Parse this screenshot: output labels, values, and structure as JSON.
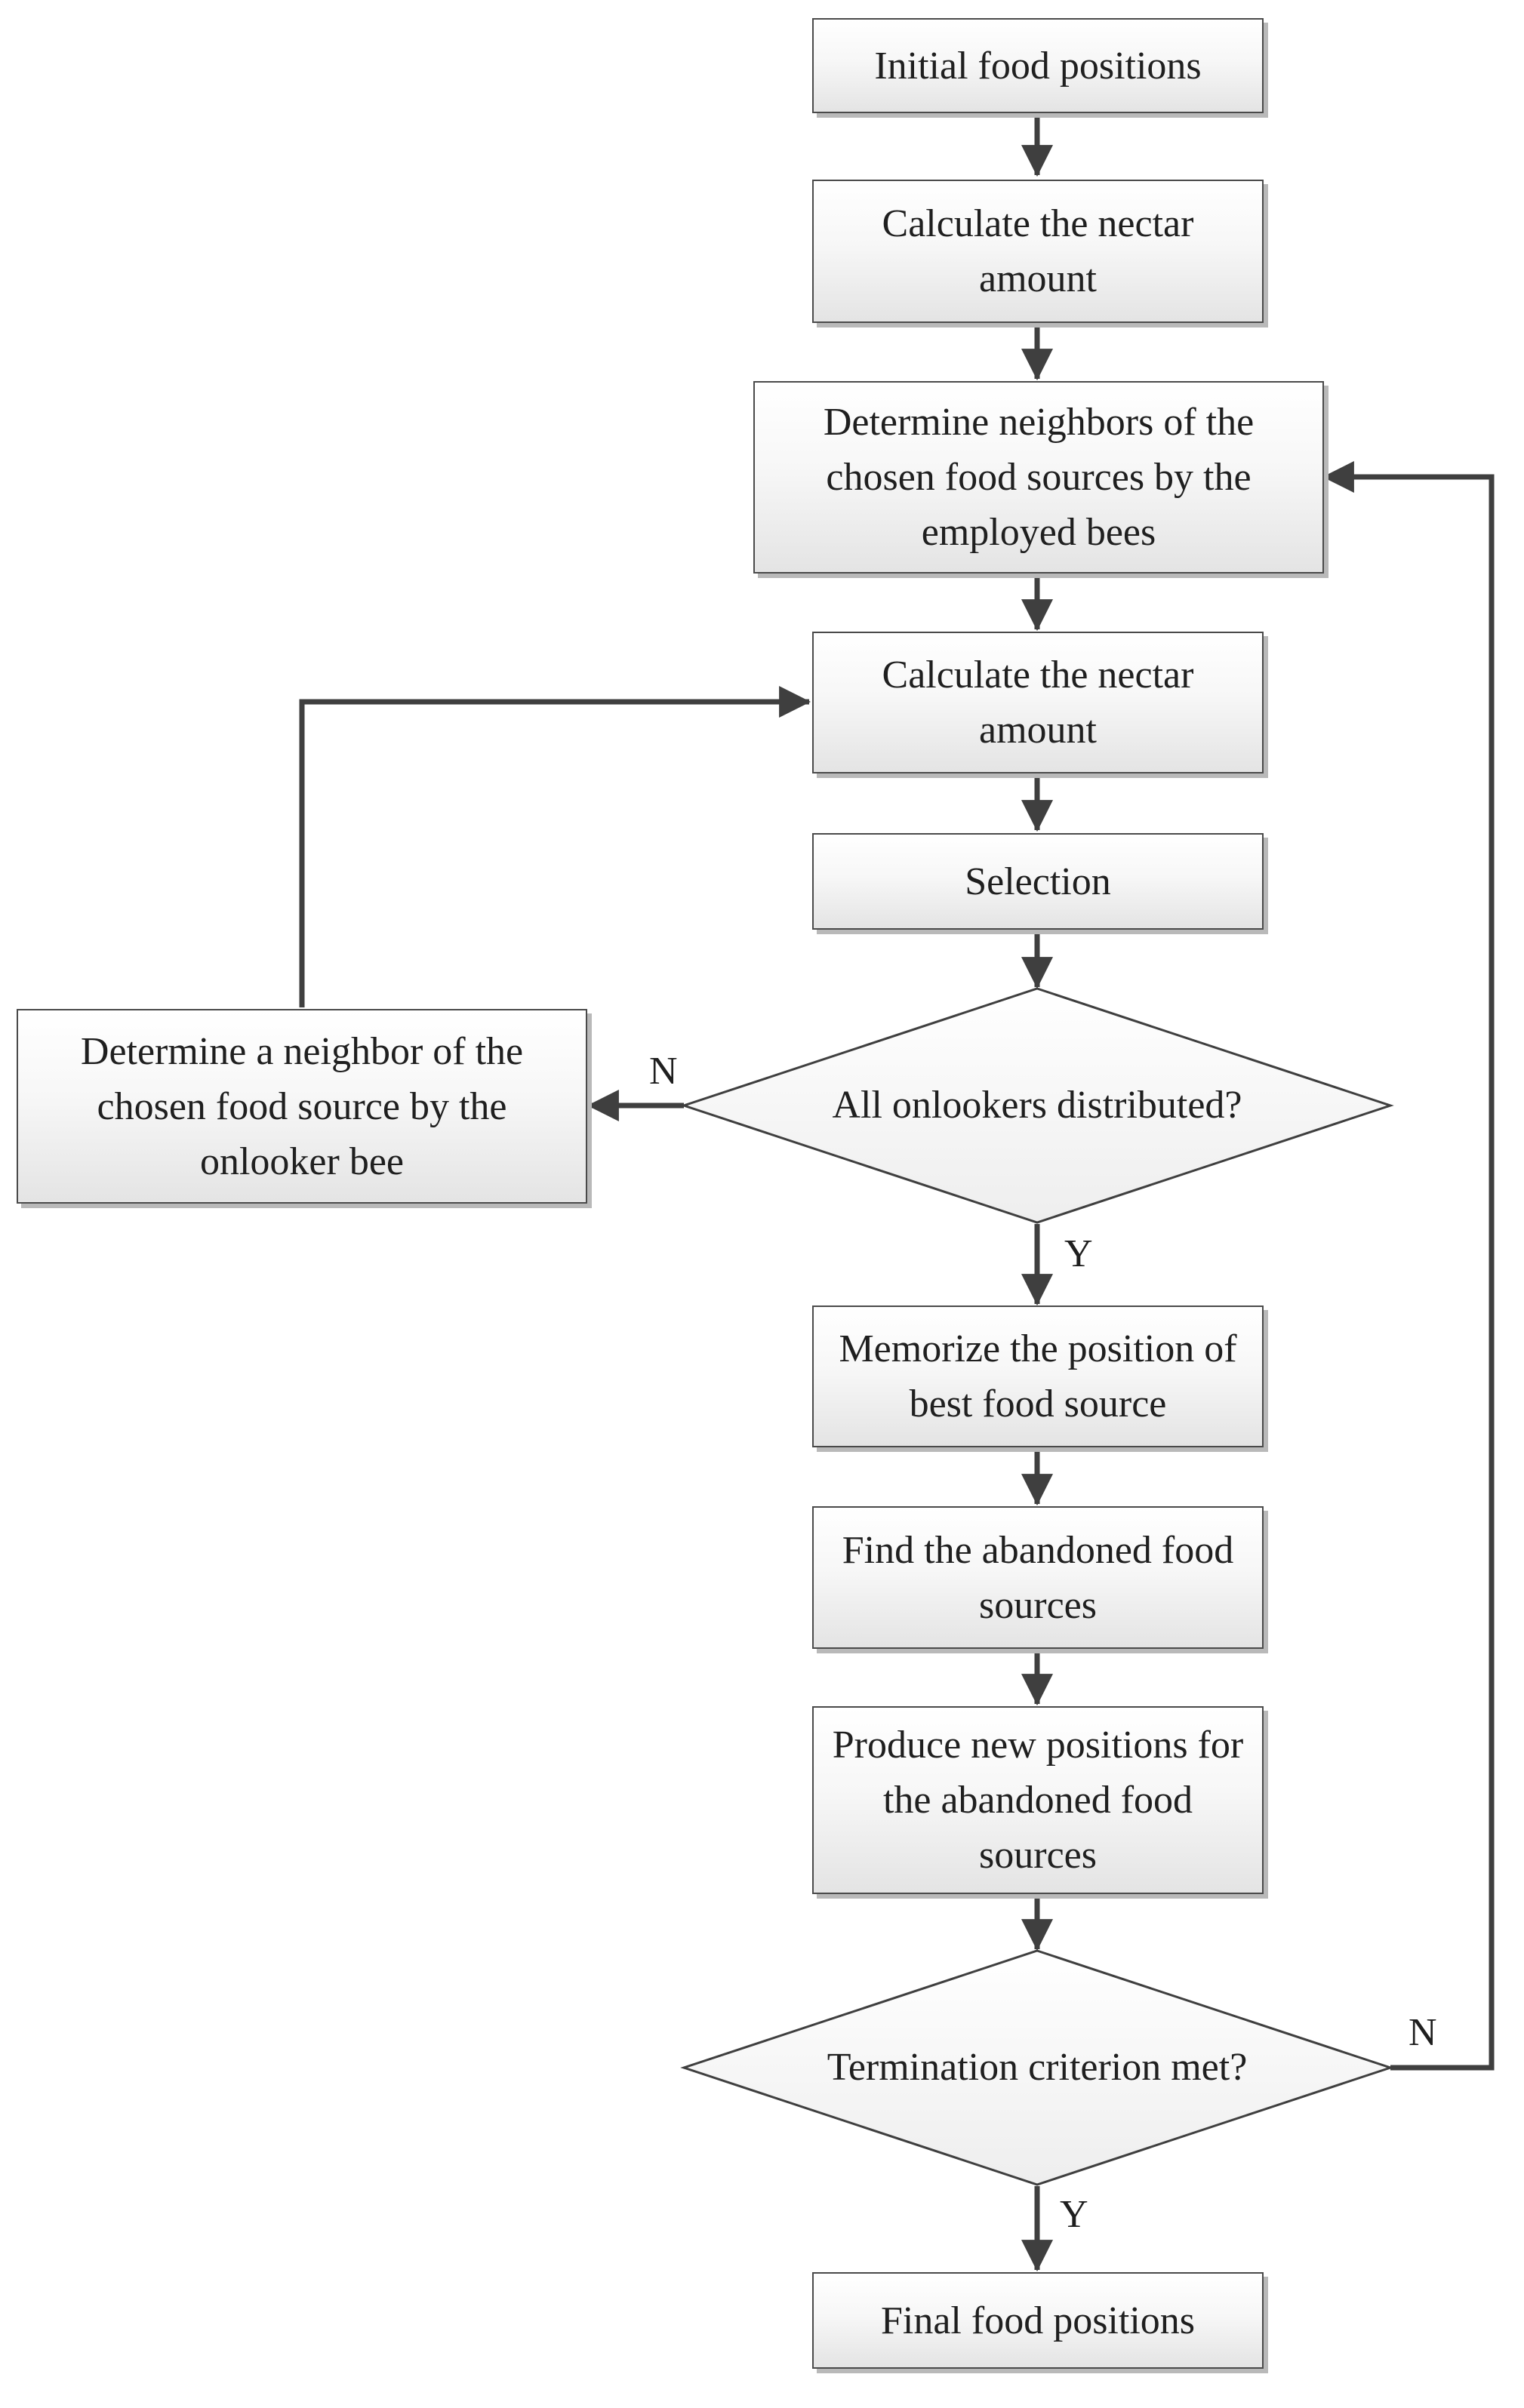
{
  "flowchart": {
    "steps": {
      "initial": "Initial food positions",
      "calc1": "Calculate the nectar amount",
      "employed": "Determine neighbors of the chosen food sources by the employed bees",
      "calc2": "Calculate the nectar amount",
      "selection": "Selection",
      "onlooker": "Determine a neighbor of the chosen food source by the onlooker bee",
      "memorize": "Memorize the position of best food source",
      "abandoned": "Find the abandoned food sources",
      "produce": "Produce new positions for the abandoned food sources",
      "final": "Final food positions"
    },
    "decisions": {
      "onlookers": "All onlookers distributed?",
      "termination": "Termination criterion met?"
    },
    "labels": {
      "onlookers_no": "N",
      "onlookers_yes": "Y",
      "termination_no": "N",
      "termination_yes": "Y"
    },
    "colors": {
      "stroke": "#3f3f3f",
      "box_fill_top": "#ffffff",
      "box_fill_bottom": "#e4e4e4",
      "shadow": "#b9b9b9"
    }
  }
}
